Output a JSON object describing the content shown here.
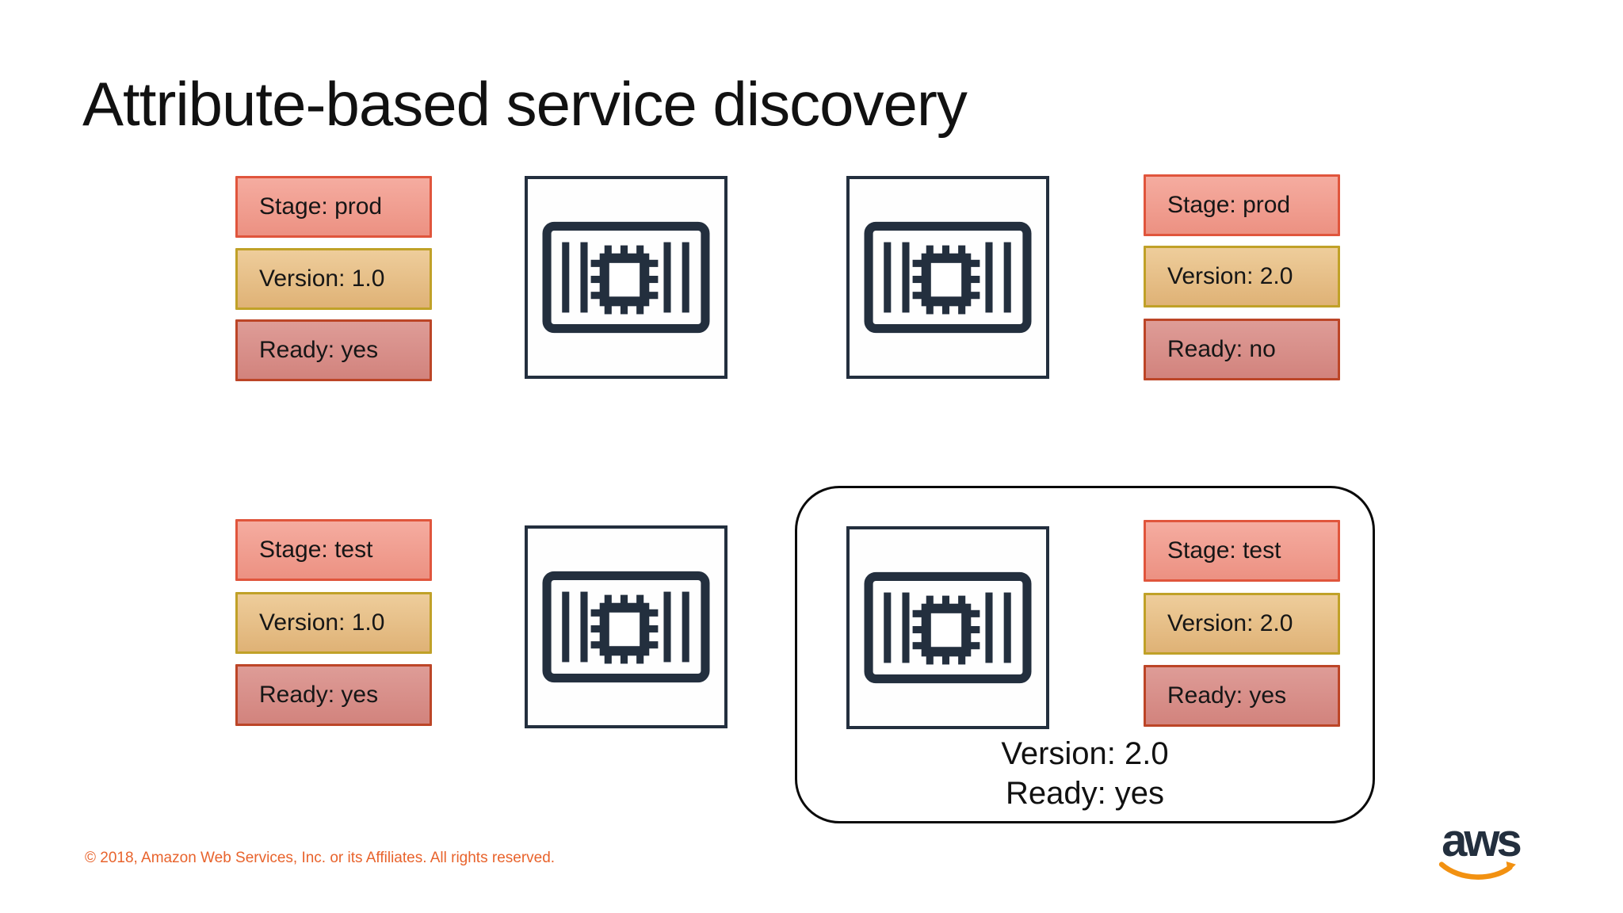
{
  "slide": {
    "title": "Attribute-based service discovery",
    "footer": "© 2018, Amazon Web Services, Inc. or its Affiliates. All rights reserved.",
    "logo_text": "aws"
  },
  "tag_groups": [
    {
      "name": "service-prod-v1",
      "tags": [
        {
          "type": "stage",
          "label": "Stage: prod"
        },
        {
          "type": "version",
          "label": "Version: 1.0"
        },
        {
          "type": "ready",
          "label": "Ready: yes"
        }
      ]
    },
    {
      "name": "service-prod-v2",
      "tags": [
        {
          "type": "stage",
          "label": "Stage: prod"
        },
        {
          "type": "version",
          "label": "Version: 2.0"
        },
        {
          "type": "ready",
          "label": "Ready: no"
        }
      ]
    },
    {
      "name": "service-test-v1",
      "tags": [
        {
          "type": "stage",
          "label": "Stage: test"
        },
        {
          "type": "version",
          "label": "Version: 1.0"
        },
        {
          "type": "ready",
          "label": "Ready: yes"
        }
      ]
    },
    {
      "name": "service-test-v2",
      "tags": [
        {
          "type": "stage",
          "label": "Stage: test"
        },
        {
          "type": "version",
          "label": "Version: 2.0"
        },
        {
          "type": "ready",
          "label": "Ready: yes"
        }
      ]
    }
  ],
  "highlight": {
    "caption": [
      "Version: 2.0",
      "Ready: yes"
    ]
  },
  "icons": {
    "container": "container-icon",
    "aws_smile": "aws-smile-icon"
  },
  "colors": {
    "stage_fill_top": "#F5ACA0",
    "stage_fill_bottom": "#EC9182",
    "stage_border": "#E0553C",
    "version_fill_top": "#EECD9B",
    "version_fill_bottom": "#DFB276",
    "version_border": "#C0A128",
    "ready_fill_top": "#DE9C97",
    "ready_fill_bottom": "#D2837D",
    "ready_border": "#BC4527",
    "icon_navy": "#232F3E",
    "highlight_border": "#0A0A0A",
    "footer_orange": "#E8632C",
    "aws_smile_orange": "#F29111"
  }
}
